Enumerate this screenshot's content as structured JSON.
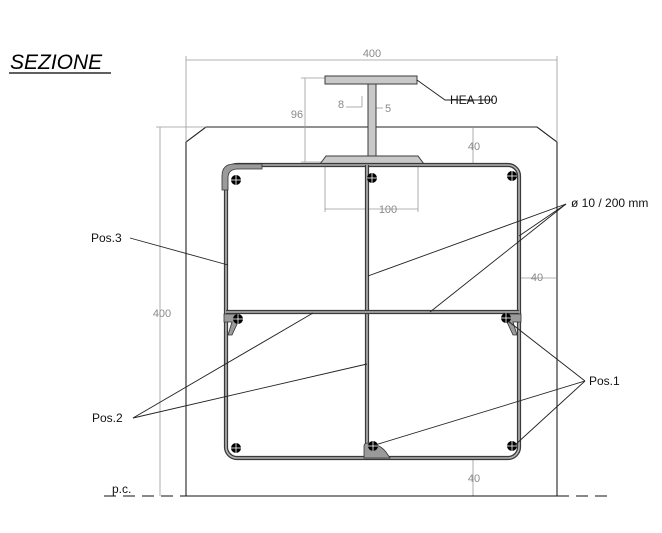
{
  "title": "SEZIONE",
  "labels": {
    "profile": "HEA 100",
    "rebar_spacing": "ø 10 / 200 mm",
    "pos1": "Pos.1",
    "pos2": "Pos.2",
    "pos3": "Pos.3",
    "ground": "p.c."
  },
  "dimensions": {
    "overall_width": "400",
    "overall_height": "400",
    "profile_depth": "96",
    "web": "8",
    "flange": "5",
    "plate_width": "100",
    "cover_top": "40",
    "cover_side": "40",
    "cover_bottom": "40"
  }
}
